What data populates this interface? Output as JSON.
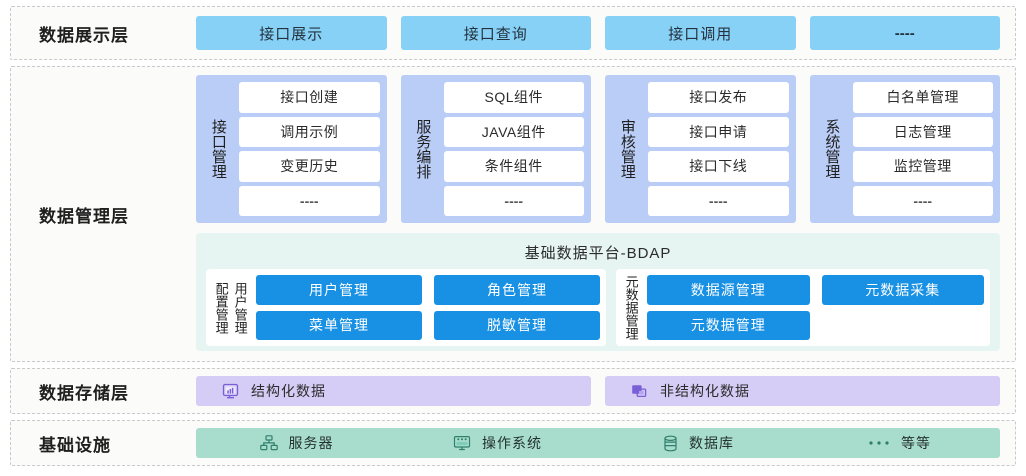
{
  "layers": [
    {
      "label": "数据展示层",
      "chips": [
        {
          "text": "接口展示",
          "dashes": false
        },
        {
          "text": "接口查询",
          "dashes": false
        },
        {
          "text": "接口调用",
          "dashes": false
        },
        {
          "text": "----",
          "dashes": true
        }
      ]
    }
  ],
  "management": {
    "label": "数据管理层",
    "groups": [
      {
        "title": "接口管理",
        "items": [
          {
            "text": "接口创建",
            "dashes": false
          },
          {
            "text": "调用示例",
            "dashes": false
          },
          {
            "text": "变更历史",
            "dashes": false
          },
          {
            "text": "----",
            "dashes": true
          }
        ]
      },
      {
        "title": "服务编排",
        "items": [
          {
            "text": "SQL组件",
            "dashes": false
          },
          {
            "text": "JAVA组件",
            "dashes": false
          },
          {
            "text": "条件组件",
            "dashes": false
          },
          {
            "text": "----",
            "dashes": true
          }
        ]
      },
      {
        "title": "审核管理",
        "items": [
          {
            "text": "接口发布",
            "dashes": false
          },
          {
            "text": "接口申请",
            "dashes": false
          },
          {
            "text": "接口下线",
            "dashes": false
          },
          {
            "text": "----",
            "dashes": true
          }
        ]
      },
      {
        "title": "系统管理",
        "items": [
          {
            "text": "白名单管理",
            "dashes": false
          },
          {
            "text": "日志管理",
            "dashes": false
          },
          {
            "text": "监控管理",
            "dashes": false
          },
          {
            "text": "----",
            "dashes": true
          }
        ]
      }
    ],
    "bdap": {
      "title": "基础数据平台-BDAP",
      "left_group": {
        "vertical_labels": [
          "配置管理",
          "用户管理"
        ],
        "rows": [
          [
            {
              "text": "用户管理",
              "empty": false
            },
            {
              "text": "角色管理",
              "empty": false
            }
          ],
          [
            {
              "text": "菜单管理",
              "empty": false
            },
            {
              "text": "脱敏管理",
              "empty": false
            }
          ]
        ]
      },
      "right_group": {
        "vertical_labels": [
          "元数据管理"
        ],
        "rows": [
          [
            {
              "text": "数据源管理",
              "empty": false
            },
            {
              "text": "元数据采集",
              "empty": false
            }
          ],
          [
            {
              "text": "元数据管理",
              "empty": false
            },
            {
              "text": "",
              "empty": true
            }
          ]
        ]
      }
    }
  },
  "storage": {
    "label": "数据存储层",
    "chips": [
      {
        "text": "结构化数据",
        "icon": "structured-data-icon"
      },
      {
        "text": "非结构化数据",
        "icon": "unstructured-data-icon"
      }
    ]
  },
  "infrastructure": {
    "label": "基础设施",
    "items": [
      {
        "text": "服务器",
        "icon": "server-icon"
      },
      {
        "text": "操作系统",
        "icon": "operating-system-icon"
      },
      {
        "text": "数据库",
        "icon": "database-icon"
      },
      {
        "text": "等等",
        "icon": "ellipsis-icon"
      }
    ]
  },
  "colors": {
    "presentation_chip": "#87d1f7",
    "management_group": "#b9cdf6",
    "bdap_panel": "#e6f5f2",
    "bdap_chip": "#1890e3",
    "storage_chip": "#d5cdf5",
    "infra_bar": "#a8ddcd",
    "band_border": "#c9c9c9",
    "band_background": "#fbfbfa"
  }
}
